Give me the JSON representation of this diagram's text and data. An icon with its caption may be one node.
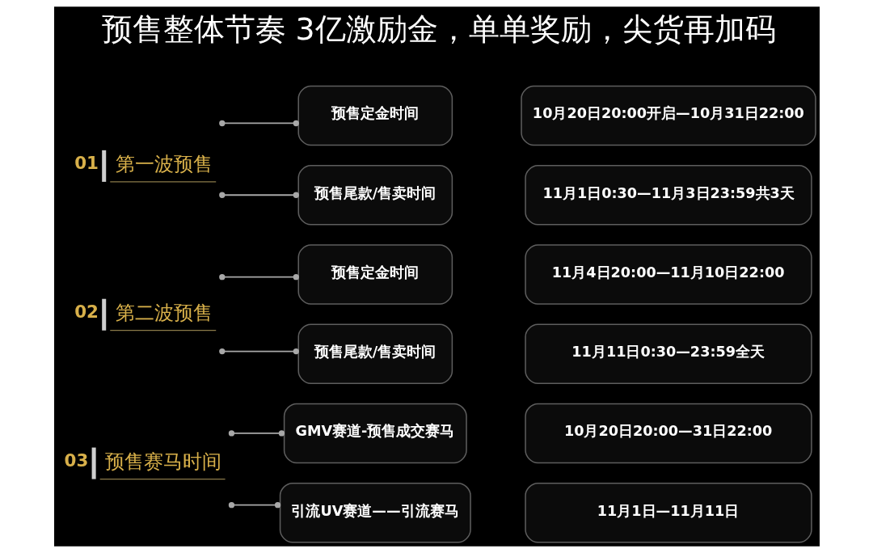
{
  "diagram": {
    "title": "预售整体节奏 3亿激励金，单单奖励，尖货再加码",
    "nodes": [
      {
        "text": [
          "第一波预售"
        ],
        "beside": [
          "01"
        ]
      },
      {
        "text": [
          "预售定金时间"
        ]
      },
      {
        "text": [
          "10月20日20:00开启—10月31日22:00"
        ]
      },
      {
        "text": [
          "预售尾款/售卖时间"
        ]
      },
      {
        "text": [
          "11月1日0:30—11月3日23:59共3天"
        ]
      },
      {
        "text": [
          "第二波预售"
        ],
        "beside": [
          "02"
        ]
      },
      {
        "text": [
          "预售定金时间"
        ]
      },
      {
        "text": [
          "11月4日20:00—11月10日22:00"
        ]
      },
      {
        "text": [
          "预售尾款/售卖时间"
        ]
      },
      {
        "text": [
          "11月11日0:30—23:59全天"
        ]
      },
      {
        "text": [
          "预售赛马时间"
        ],
        "beside": [
          "03"
        ]
      },
      {
        "text": [
          "GMV赛道-预售成交赛马"
        ]
      },
      {
        "text": [
          "10月20日20:00—31日22:00"
        ]
      },
      {
        "text": [
          "引流UV赛道——引流赛马"
        ]
      },
      {
        "text": [
          "11月1日—11月11日"
        ]
      }
    ],
    "edges": [
      {
        "from": 0,
        "to": 1,
        "arrow": "other"
      },
      {
        "from": 0,
        "to": 3,
        "arrow": "other"
      },
      {
        "from": 5,
        "to": 6,
        "arrow": "other"
      },
      {
        "from": 5,
        "to": 8,
        "arrow": "other"
      },
      {
        "from": 10,
        "to": 11,
        "arrow": "other"
      },
      {
        "from": 10,
        "to": 13,
        "arrow": "other"
      }
    ]
  }
}
